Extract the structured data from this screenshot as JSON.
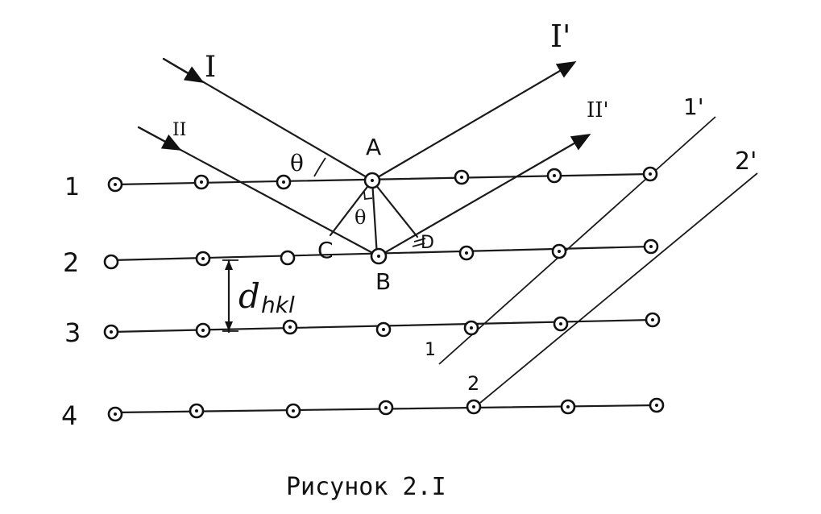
{
  "figure": {
    "caption": "Рисунок 2.I",
    "row_labels": [
      "1",
      "2",
      "3",
      "4"
    ],
    "beam_labels": {
      "incident_1": "I",
      "incident_2": "II",
      "reflected_1": "I'",
      "reflected_2": "II'"
    },
    "point_labels": {
      "a": "A",
      "b": "B",
      "c": "C",
      "d": "D"
    },
    "angle_labels": {
      "theta_1": "θ",
      "theta_2": "θ"
    },
    "spacing_label": {
      "main": "d",
      "sub": "hkl"
    },
    "wavefront_labels": {
      "front_1_bottom": "1",
      "front_2_bottom": "2",
      "front_1_top": "1'",
      "front_2_top": "2'"
    }
  }
}
